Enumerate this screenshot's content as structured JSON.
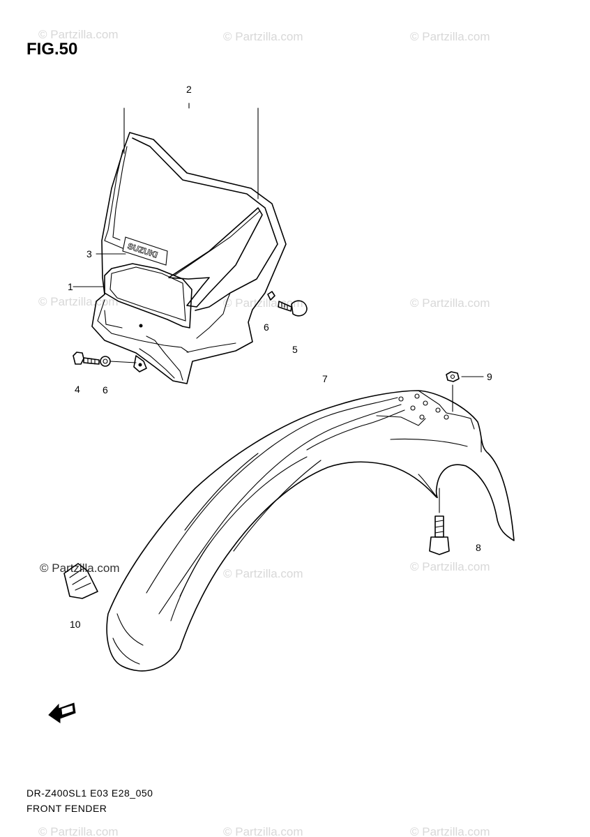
{
  "figure_title": "FIG.50",
  "footer": {
    "model_code": "DR-Z400SL1 E03 E28_050",
    "section_name": "FRONT FENDER"
  },
  "callouts": {
    "c1": "1",
    "c2": "2",
    "c3": "3",
    "c4": "4",
    "c5": "5",
    "c6a": "6",
    "c6b": "6",
    "c7": "7",
    "c8": "8",
    "c9": "9",
    "c10": "10"
  },
  "decal_text": "SUZUKI",
  "watermark": "© Partzilla.com"
}
